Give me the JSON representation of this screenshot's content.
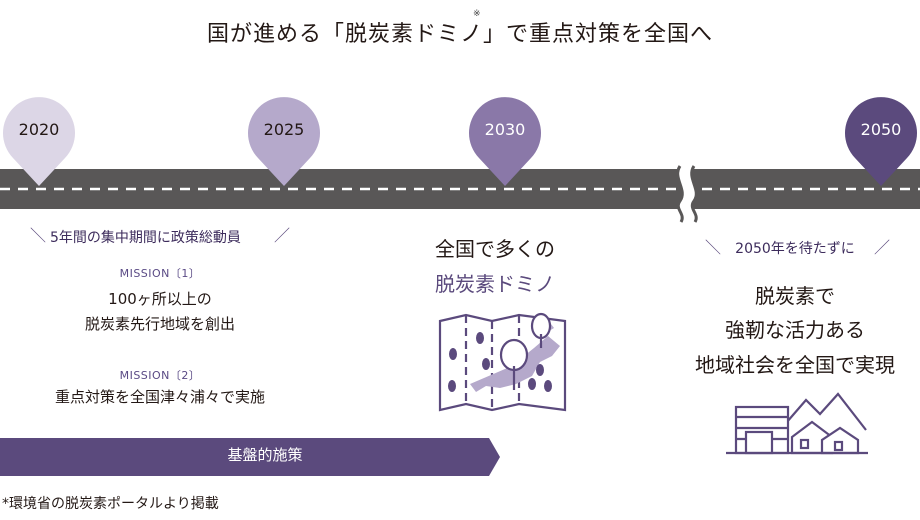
{
  "title": "国が進める「脱炭素ドミノ」で重点対策を全国へ",
  "title_note_mark": "※",
  "milestones": [
    {
      "year": "2020",
      "color": "#dcd6e6",
      "text_color": "#231815"
    },
    {
      "year": "2025",
      "color": "#b5a9cb",
      "text_color": "#231815"
    },
    {
      "year": "2030",
      "color": "#8a78a8",
      "text_color": "#ffffff"
    },
    {
      "year": "2050",
      "color": "#5b4a7d",
      "text_color": "#ffffff"
    }
  ],
  "road": {
    "color": "#595757",
    "dash_color": "#ffffff"
  },
  "left_panel": {
    "heading": "5年間の集中期間に政策総動員",
    "mission1_label": "MISSION〔1〕",
    "mission1_line1": "100ヶ所以上の",
    "mission1_line2": "脱炭素先行地域を創出",
    "mission2_label": "MISSION〔2〕",
    "mission2_line1": "重点対策を全国津々浦々で実施"
  },
  "middle_panel": {
    "line1": "全国で多くの",
    "line2": "脱炭素ドミノ"
  },
  "right_panel": {
    "heading": "2050年を待たずに",
    "line1": "脱炭素で",
    "line2": "強靭な活力ある",
    "line3": "地域社会を全国で実現"
  },
  "banner": {
    "label": "基盤的施策",
    "color": "#5b4a7d"
  },
  "footnote": "*環境省の脱炭素ポータルより掲載",
  "icons": [
    "map-icon",
    "town-icon"
  ],
  "accent_color": "#5b4a7d"
}
